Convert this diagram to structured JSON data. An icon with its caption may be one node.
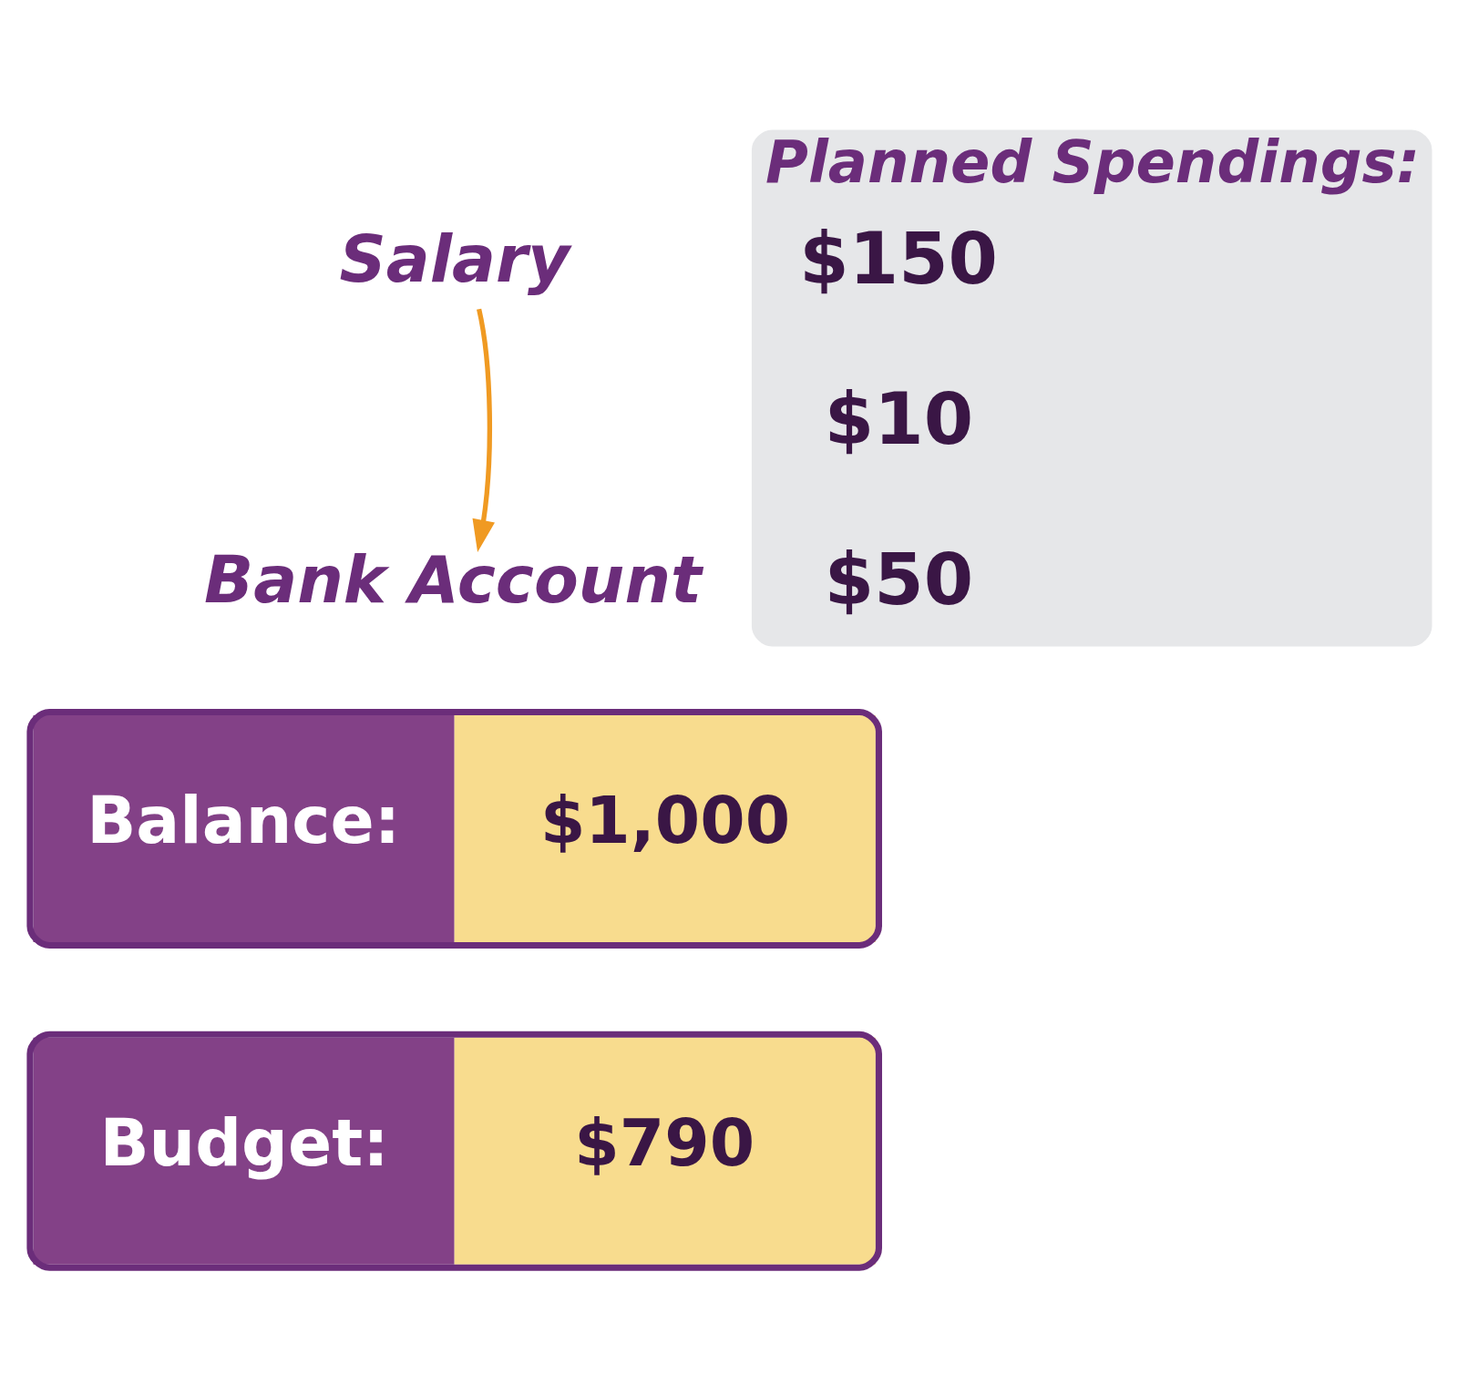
{
  "diagram": {
    "nodes": [
      {
        "text": [
          "Salary"
        ]
      },
      {
        "text": [
          "Bank Account"
        ]
      },
      {
        "text": [
          "Balance:",
          "$1,000"
        ]
      },
      {
        "text": [
          "Budget:",
          "$790"
        ]
      },
      {
        "text": [
          "Planned Spendings:"
        ]
      },
      {
        "text": [
          "$150"
        ],
        "in": 4
      },
      {
        "text": [
          "$10"
        ],
        "in": 4
      },
      {
        "text": [
          "$50"
        ],
        "in": 4
      }
    ],
    "edges": [
      {
        "from": 0,
        "to": 1,
        "arrow": "to",
        "color": "#f09a22"
      }
    ]
  }
}
